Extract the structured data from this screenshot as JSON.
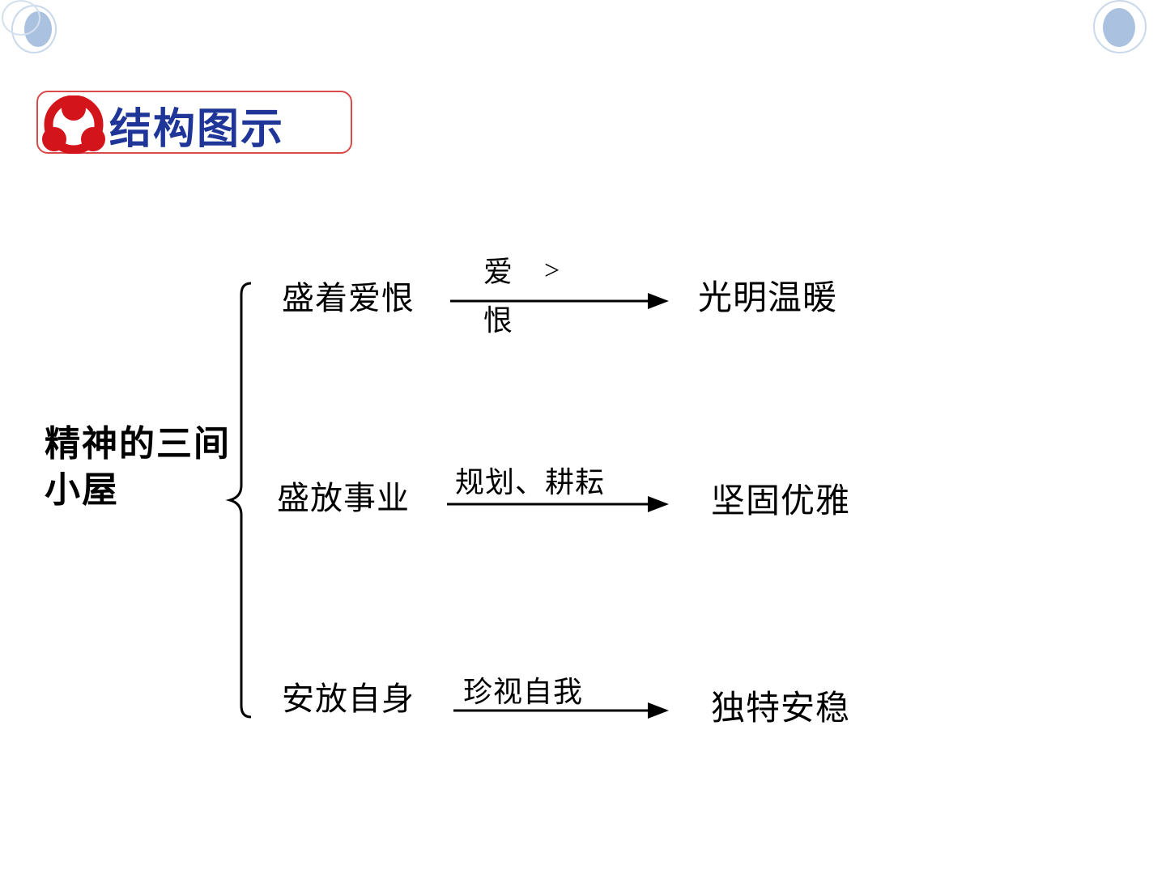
{
  "slide": {
    "title": "结构图示",
    "title_icon": "three-circles-cluster-icon",
    "decor": {
      "left_bubbles": "bubble-cluster-icon",
      "right_bubbles": "bubble-cluster-icon"
    },
    "colors": {
      "title_text": "#1f3597",
      "title_border": "#d94a4a",
      "title_icon": "#d4141b",
      "decor_bubble": "#b8cbe4",
      "body_text": "#000000",
      "background": "#ffffff"
    }
  },
  "diagram": {
    "type": "tree",
    "root": "精神的三间小屋",
    "branches": [
      {
        "node": "盛着爱恨",
        "edge_label_top": "爱",
        "edge_label_bottom": "恨",
        "edge_label_extra": ">",
        "result": "光明温暖"
      },
      {
        "node": "盛放事业",
        "edge_label": "规划、耕耘",
        "result": "坚固优雅"
      },
      {
        "node": "安放自身",
        "edge_label": "珍视自我",
        "result": "独特安稳"
      }
    ]
  }
}
